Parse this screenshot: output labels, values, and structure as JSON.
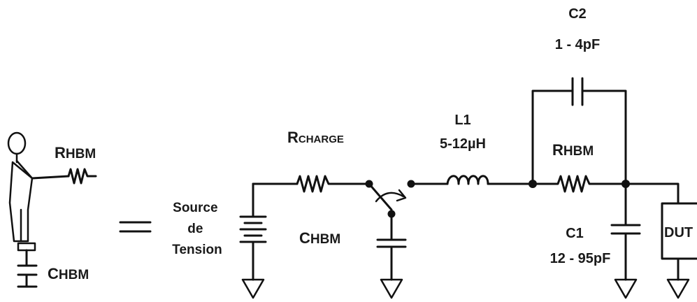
{
  "labels": {
    "rhbm_left_main": "R",
    "rhbm_left_sub": "HBM",
    "chbm_left_main": "C",
    "chbm_left_sub": "HBM",
    "equals": "=",
    "source_line1": "Source",
    "source_line2": "de",
    "source_line3": "Tension",
    "rcharge_main": "R",
    "rcharge_sub": "CHARGE",
    "chbm_mid_main": "C",
    "chbm_mid_sub": "HBM",
    "l1_name": "L1",
    "l1_value": "5-12µH",
    "rhbm_right_main": "R",
    "rhbm_right_sub": "HBM",
    "c2_name": "C2",
    "c2_value": "1 - 4pF",
    "c1_name": "C1",
    "c1_value": "12 - 95pF",
    "dut": "DUT"
  }
}
